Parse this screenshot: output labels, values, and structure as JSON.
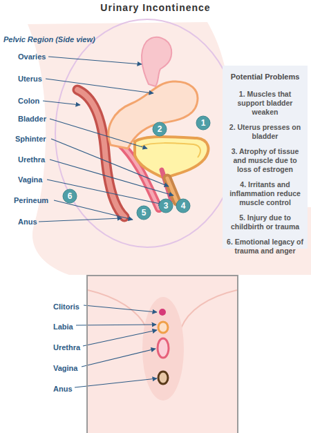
{
  "diagram": {
    "title": "Urinary Incontinence",
    "nodes": [
      {
        "text": [
          "1"
        ]
      },
      {
        "text": [
          "2"
        ]
      },
      {
        "text": [
          "3"
        ]
      },
      {
        "text": [
          "4"
        ]
      },
      {
        "text": [
          "5"
        ]
      },
      {
        "text": [
          "6"
        ]
      },
      {
        "text": [
          "Potential Problems",
          "1. Muscles that support bladder weaken",
          "2. Uterus presses on bladder",
          "3. Atrophy of tissue and muscle due to loss of estrogen",
          "4. Irritants and inflammation reduce muscle control",
          "5. Injury due to childbirth or trauma",
          "6. Emotional legacy of trauma and anger"
        ]
      },
      {
        "text": [
          "Clitoris",
          "Labia",
          "Urethra",
          "Vagina",
          "Anus"
        ]
      }
    ],
    "labels": [
      "Pelvic Region (Side view)",
      "Ovaries",
      "Uterus",
      "Colon",
      "Bladder",
      "Sphinter",
      "Urethra",
      "Vagina",
      "Perineum",
      "Anus"
    ]
  }
}
